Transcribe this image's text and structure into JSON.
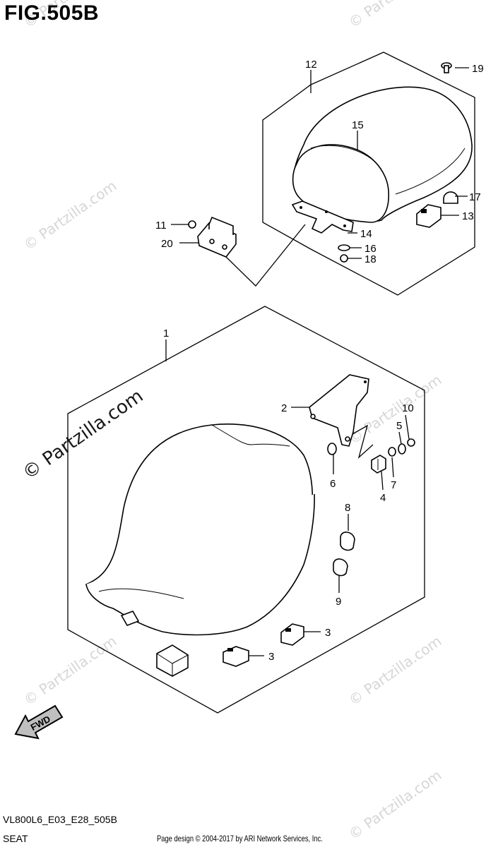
{
  "figure": {
    "title": "FIG.505B",
    "code": "VL800L6_E03_E28_505B",
    "name": "SEAT",
    "credit": "Page design © 2004-2017 by ARI Network Services, Inc."
  },
  "watermark": "© Partzilla.com",
  "direction_badge": "FWD",
  "callouts": {
    "c1": "1",
    "c2": "2",
    "c3a": "3",
    "c3b": "3",
    "c4": "4",
    "c5": "5",
    "c6": "6",
    "c7": "7",
    "c8": "8",
    "c9": "9",
    "c10": "10",
    "c11": "11",
    "c12": "12",
    "c13": "13",
    "c14": "14",
    "c15": "15",
    "c16": "16",
    "c17": "17",
    "c18": "18",
    "c19": "19",
    "c20": "20"
  }
}
